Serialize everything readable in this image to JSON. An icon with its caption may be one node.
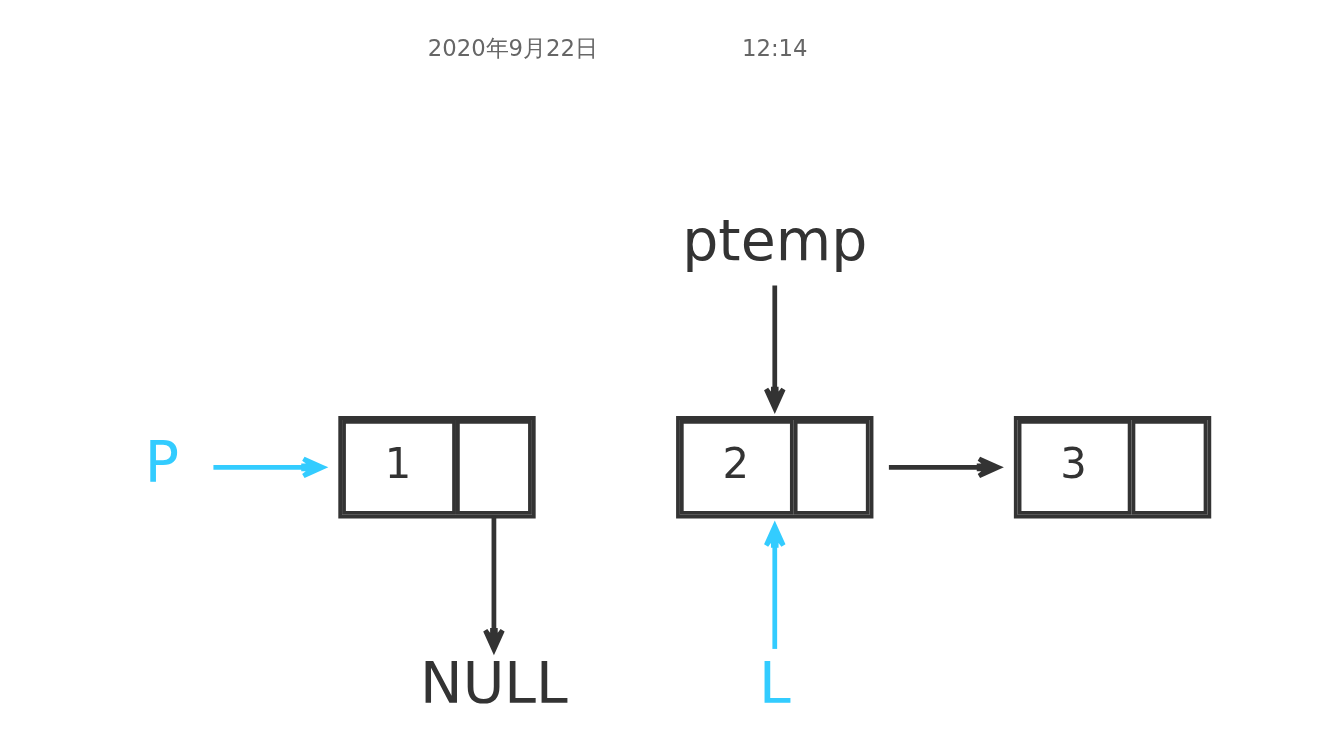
{
  "diagram": {
    "nodes": [
      {
        "text": [
          "P"
        ]
      },
      {
        "text": [
          "1"
        ]
      },
      {
        "text": [
          "NULL"
        ]
      },
      {
        "text": [
          "ptemp"
        ]
      },
      {
        "text": [
          "2"
        ]
      },
      {
        "text": [
          "3"
        ]
      },
      {
        "text": [
          "L"
        ]
      }
    ],
    "edges": [
      {
        "from": 0,
        "to": 1,
        "arrow": "to",
        "color": "#33ccff"
      },
      {
        "from": 1,
        "to": 2,
        "arrow": "to"
      },
      {
        "from": 3,
        "to": 4,
        "arrow": "to"
      },
      {
        "from": 4,
        "to": 5,
        "arrow": "to"
      },
      {
        "from": 6,
        "to": 4,
        "arrow": "to",
        "color": "#33ccff"
      }
    ],
    "labels": [
      "2020年9月22日",
      "12:14"
    ]
  }
}
